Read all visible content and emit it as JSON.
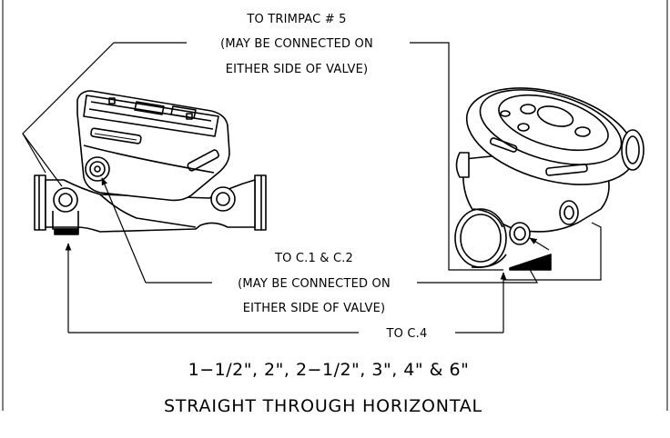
{
  "labels": {
    "trimpac_line1": "TO TRIMPAC # 5",
    "trimpac_line2": "(MAY BE CONNECTED ON",
    "trimpac_line3": "EITHER SIDE OF VALVE)",
    "c12_line1": "TO C.1 & C.2",
    "c12_line2": "(MAY BE CONNECTED ON",
    "c12_line3": "EITHER SIDE OF VALVE)",
    "c4": "TO C.4"
  },
  "sizes": "1−1/2\", 2\", 2−1/2\",  3\", 4\" & 6\"",
  "title": "STRAIGHT THROUGH HORIZONTAL",
  "colors": {
    "line": "#000000",
    "background": "#ffffff"
  }
}
